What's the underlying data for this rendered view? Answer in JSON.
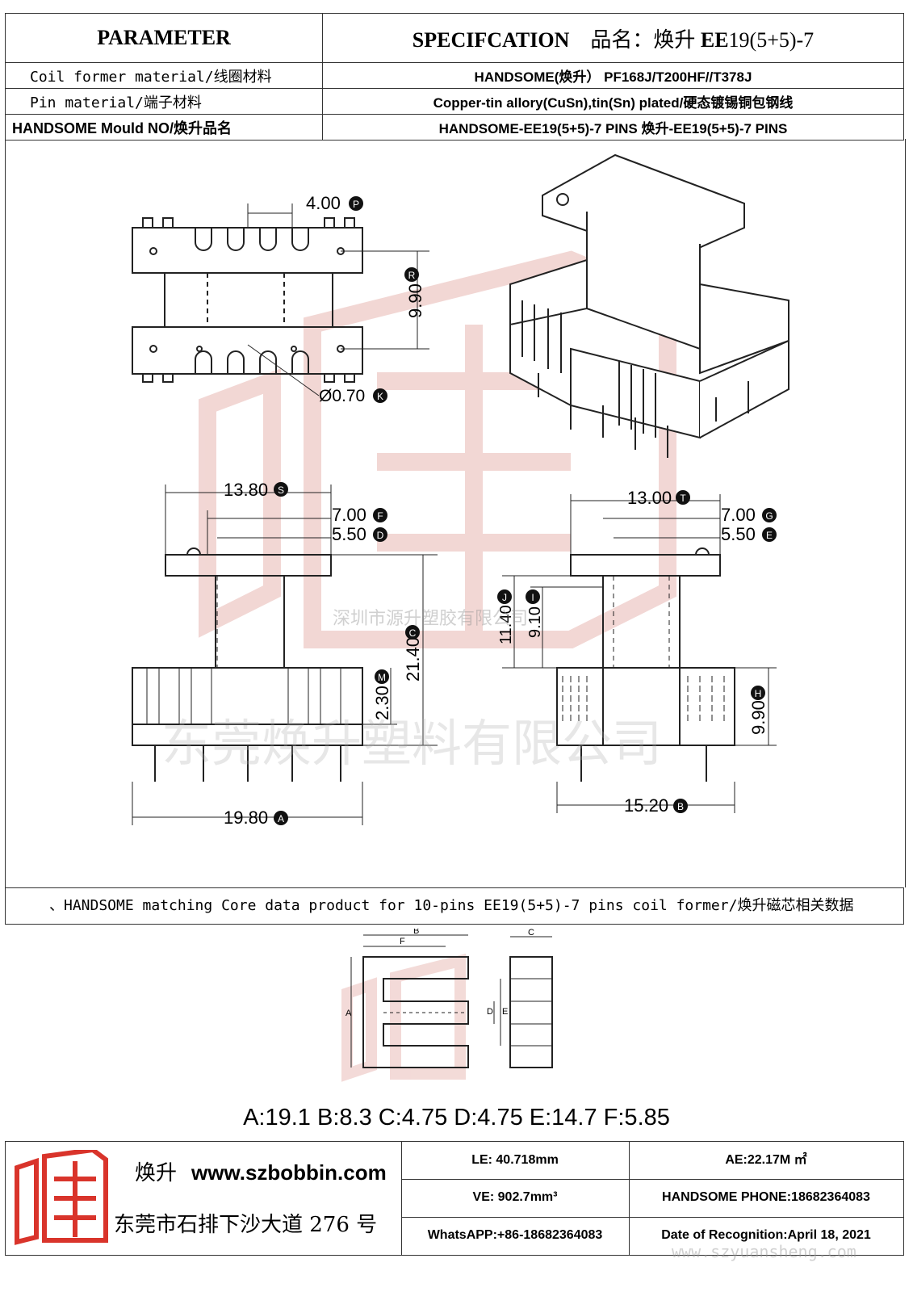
{
  "header": {
    "parameter": "PARAMETER",
    "specification": "SPECIFCATION",
    "product_name_label": "品名：焕升",
    "product_model_bold": "EE",
    "product_model_rest": "19(5+5)-7"
  },
  "rows": [
    {
      "label": "Coil former material/线圈材料",
      "value": "HANDSOME(焕升）   PF168J/T200HF//T378J"
    },
    {
      "label": "Pin material/端子材料",
      "value": "Copper-tin allory(CuSn),tin(Sn) plated/硬态镀锡铜包钢线"
    },
    {
      "label": "HANDSOME Mould NO/焕升品名",
      "value": "HANDSOME-EE19(5+5)-7 PINS    焕升-EE19(5+5)-7 PINS"
    }
  ],
  "drawing": {
    "top_view": {
      "dim_pitch": "4.00",
      "tag_pitch": "P",
      "dim_depth": "9.90",
      "tag_depth": "R",
      "dim_hole": "Ø0.70",
      "tag_hole": "K"
    },
    "front_view": {
      "dim_s": "13.80",
      "tag_s": "S",
      "dim_f": "7.00",
      "tag_f": "F",
      "dim_d": "5.50",
      "tag_d": "D",
      "dim_c": "21.40",
      "tag_c": "C",
      "dim_m": "2.30",
      "tag_m": "M",
      "dim_a": "19.80",
      "tag_a": "A"
    },
    "side_view": {
      "dim_t": "13.00",
      "tag_t": "T",
      "dim_g": "7.00",
      "tag_g": "G",
      "dim_e": "5.50",
      "tag_e": "E",
      "dim_j": "11.40",
      "tag_j": "J",
      "dim_i": "9.10",
      "tag_i": "I",
      "dim_h": "9.90",
      "tag_h": "H",
      "dim_b": "15.20",
      "tag_b": "B"
    }
  },
  "watermarks": {
    "company_small": "深圳市源升塑胶有限公司",
    "company_large": "东莞焕升塑料有限公司",
    "site": "www.szyuansheng.com"
  },
  "core": {
    "title": "、HANDSOME matching Core data  product for 10-pins EE19(5+5)-7 pins coil former/焕升磁芯相关数据",
    "labels": {
      "a": "A",
      "b": "B",
      "c": "C",
      "d": "D",
      "e": "E",
      "f": "F"
    },
    "dims": "A:19.1 B:8.3 C:4.75 D:4.75 E:14.7 F:5.85"
  },
  "footer": {
    "brand_cn": "焕升",
    "website": "www.szbobbin.com",
    "address": "东莞市石排下沙大道 276 号",
    "le": "LE: 40.718mm",
    "ae": "AE:22.17M ㎡",
    "ve": "VE: 902.7mm³",
    "phone": "HANDSOME PHONE:18682364083",
    "whatsapp": "WhatsAPP:+86-18682364083",
    "date": "Date of Recognition:April 18, 2021"
  },
  "colors": {
    "logo_red": "#d9342b",
    "watermark": "#e8b7b2",
    "line": "#333333"
  }
}
